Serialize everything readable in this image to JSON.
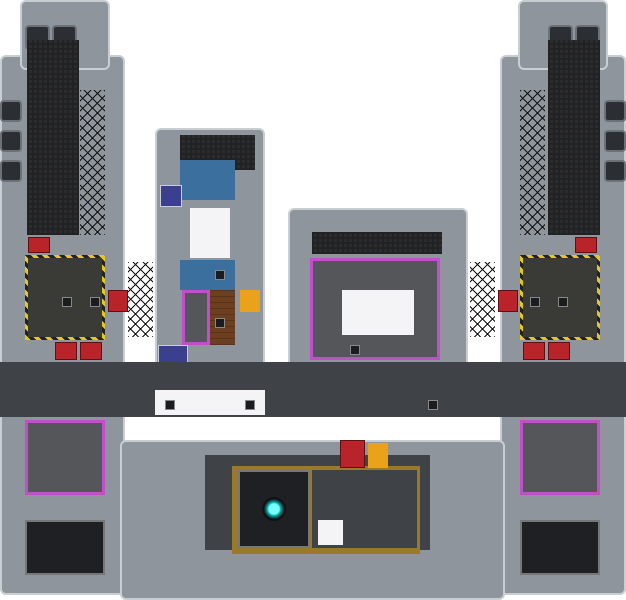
{
  "view": {
    "type": "top-down station map",
    "background": "#ffffff"
  },
  "palette": {
    "hull": "#8e959c",
    "floor": "#3f4246",
    "hazard": "#e4c81e",
    "medbay_trim": "#c04fc9",
    "crate": "#b8242a",
    "core": "#22d6e0"
  },
  "regions": [
    {
      "name": "left-tower"
    },
    {
      "name": "right-tower"
    },
    {
      "name": "center-tower"
    },
    {
      "name": "main-corridor"
    },
    {
      "name": "central-room"
    },
    {
      "name": "core-room"
    },
    {
      "name": "left-lower-room"
    },
    {
      "name": "right-lower-room"
    }
  ]
}
